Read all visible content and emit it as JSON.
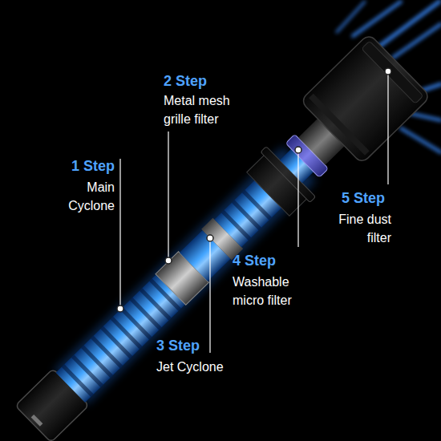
{
  "diagram": {
    "labels": [
      "1 Step",
      "Main Cyclone",
      "2 Step",
      "Metal mesh grille filter",
      "3 Step",
      "Jet Cyclone",
      "4 Step",
      "Washable micro filter",
      "5 Step",
      "Fine dust filter"
    ]
  }
}
